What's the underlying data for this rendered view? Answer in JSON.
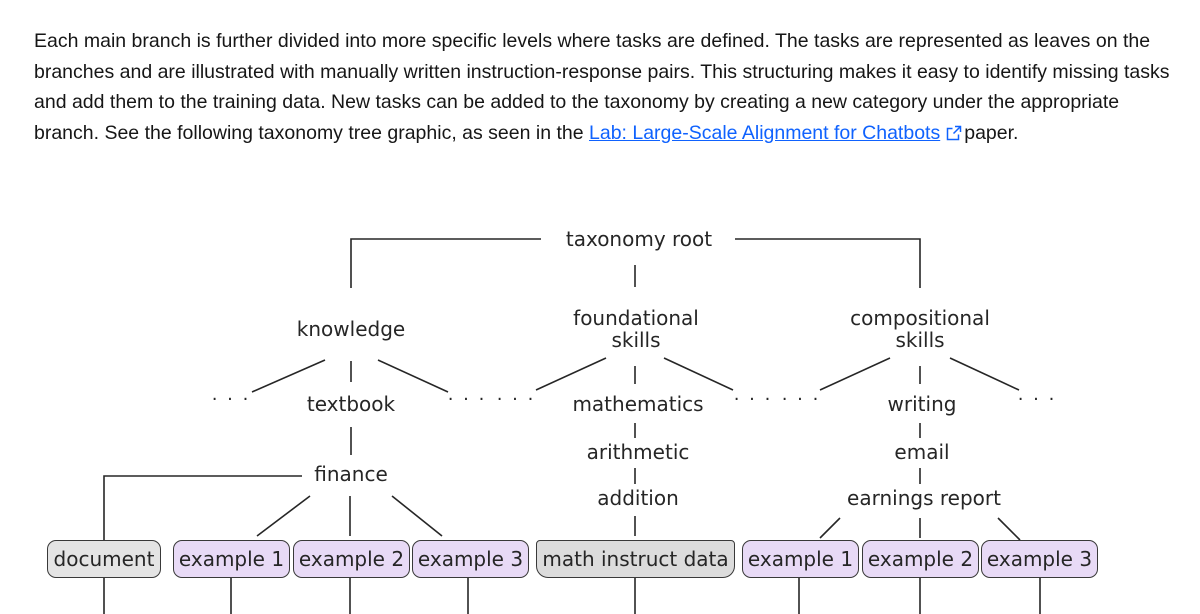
{
  "paragraph": {
    "before_link": "Each main branch is further divided into more specific levels where tasks are defined. The tasks are represented as leaves on the branches and are illustrated with manually written instruction-response pairs. This structuring makes it easy to identify missing tasks and add them to the training data. New tasks can be added to the taxonomy by creating a new category under the appropriate branch. See the following taxonomy tree graphic, as seen in the ",
    "link_text": "Lab: Large-Scale Alignment for Chatbots",
    "after_link": "paper.",
    "link_color": "#0f62fe"
  },
  "diagram": {
    "root": "taxonomy root",
    "ellipsis": "· · ·",
    "branches": {
      "knowledge": "knowledge",
      "foundational": [
        "foundational",
        "skills"
      ],
      "compositional": [
        "compositional",
        "skills"
      ]
    },
    "level2": {
      "textbook": "textbook",
      "mathematics": "mathematics",
      "writing": "writing"
    },
    "level3": {
      "finance": "finance",
      "arithmetic": "arithmetic",
      "email": "email"
    },
    "level4": {
      "addition": "addition",
      "earnings_report": "earnings report"
    },
    "leaves": {
      "document": "document",
      "example_1": "example 1",
      "example_2": "example 2",
      "example_3": "example 3",
      "math_instruct_data": "math instruct data"
    },
    "colors": {
      "example_fill": "#e8daf6",
      "document_fill": "#e4e4e4",
      "math_fill": "#dcdcdc"
    }
  }
}
